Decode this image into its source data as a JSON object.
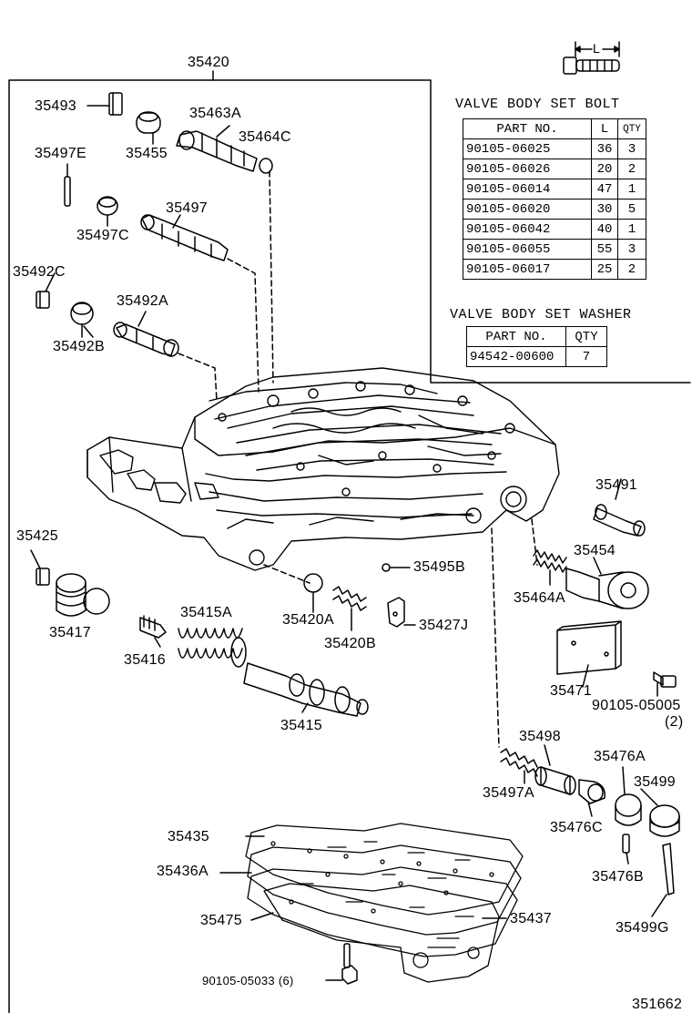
{
  "diagram": {
    "group_label": "35420",
    "figure_number": "351662",
    "dimension_label": "L",
    "parts": [
      "35493",
      "35455",
      "35463A",
      "35464C",
      "35497E",
      "35497C",
      "35497",
      "35492C",
      "35492A",
      "35492B",
      "35491",
      "35454",
      "35464A",
      "35495B",
      "35425",
      "35417",
      "35415A",
      "35416",
      "35420A",
      "35420B",
      "35427J",
      "35415",
      "35471",
      "90105-05005",
      "(2)",
      "35498",
      "35476A",
      "35499",
      "35497A",
      "35476C",
      "35476B",
      "35499G",
      "35435",
      "35436A",
      "35475",
      "35437",
      "90105-05033 (6)"
    ]
  },
  "bolt_table": {
    "title": "VALVE BODY SET BOLT",
    "headers": [
      "PART NO.",
      "L",
      "QTY"
    ],
    "rows": [
      [
        "90105-06025",
        "36",
        "3"
      ],
      [
        "90105-06026",
        "20",
        "2"
      ],
      [
        "90105-06014",
        "47",
        "1"
      ],
      [
        "90105-06020",
        "30",
        "5"
      ],
      [
        "90105-06042",
        "40",
        "1"
      ],
      [
        "90105-06055",
        "55",
        "3"
      ],
      [
        "90105-06017",
        "25",
        "2"
      ]
    ]
  },
  "washer_table": {
    "title": "VALVE BODY SET WASHER",
    "headers": [
      "PART NO.",
      "QTY"
    ],
    "rows": [
      [
        "94542-00600",
        "7"
      ]
    ]
  }
}
